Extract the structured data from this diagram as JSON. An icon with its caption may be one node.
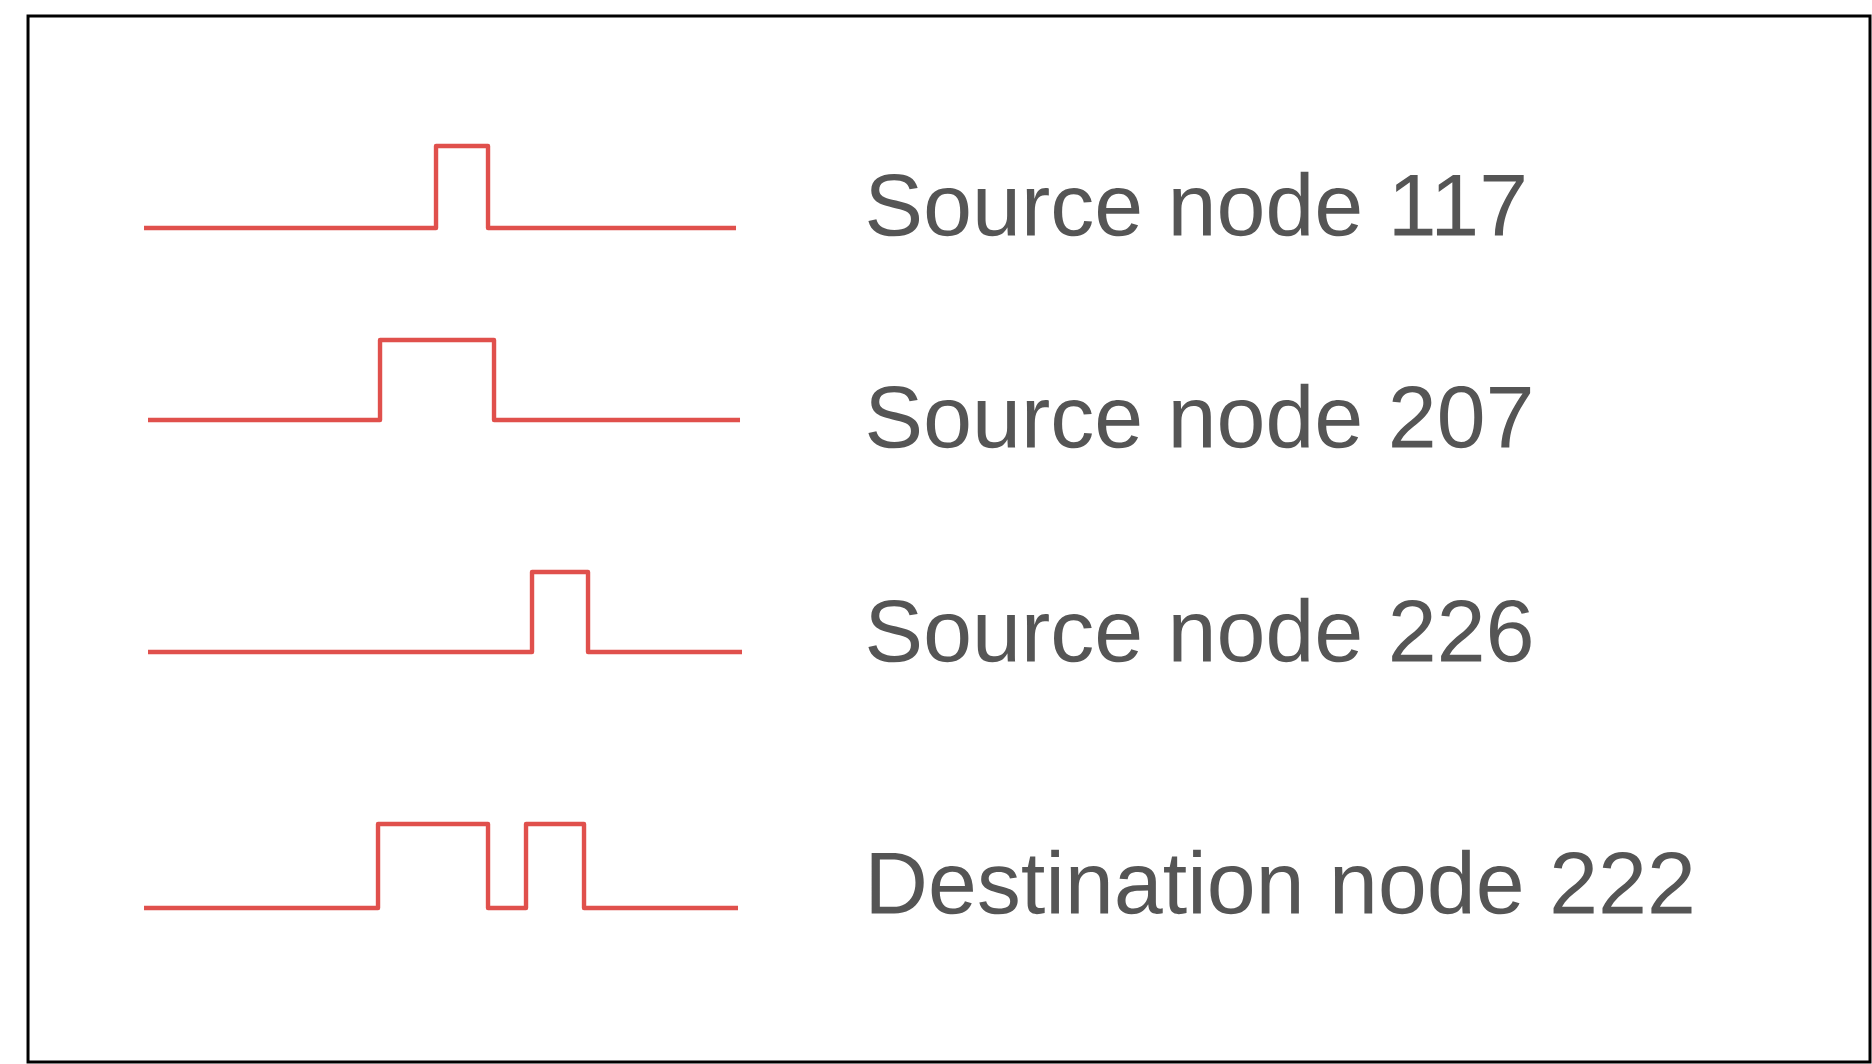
{
  "diagram": {
    "legend": [
      {
        "text": "Source node 117"
      },
      {
        "text": "Source node 207"
      },
      {
        "text": "Source node 226"
      },
      {
        "text": "Destination node 222"
      }
    ]
  }
}
